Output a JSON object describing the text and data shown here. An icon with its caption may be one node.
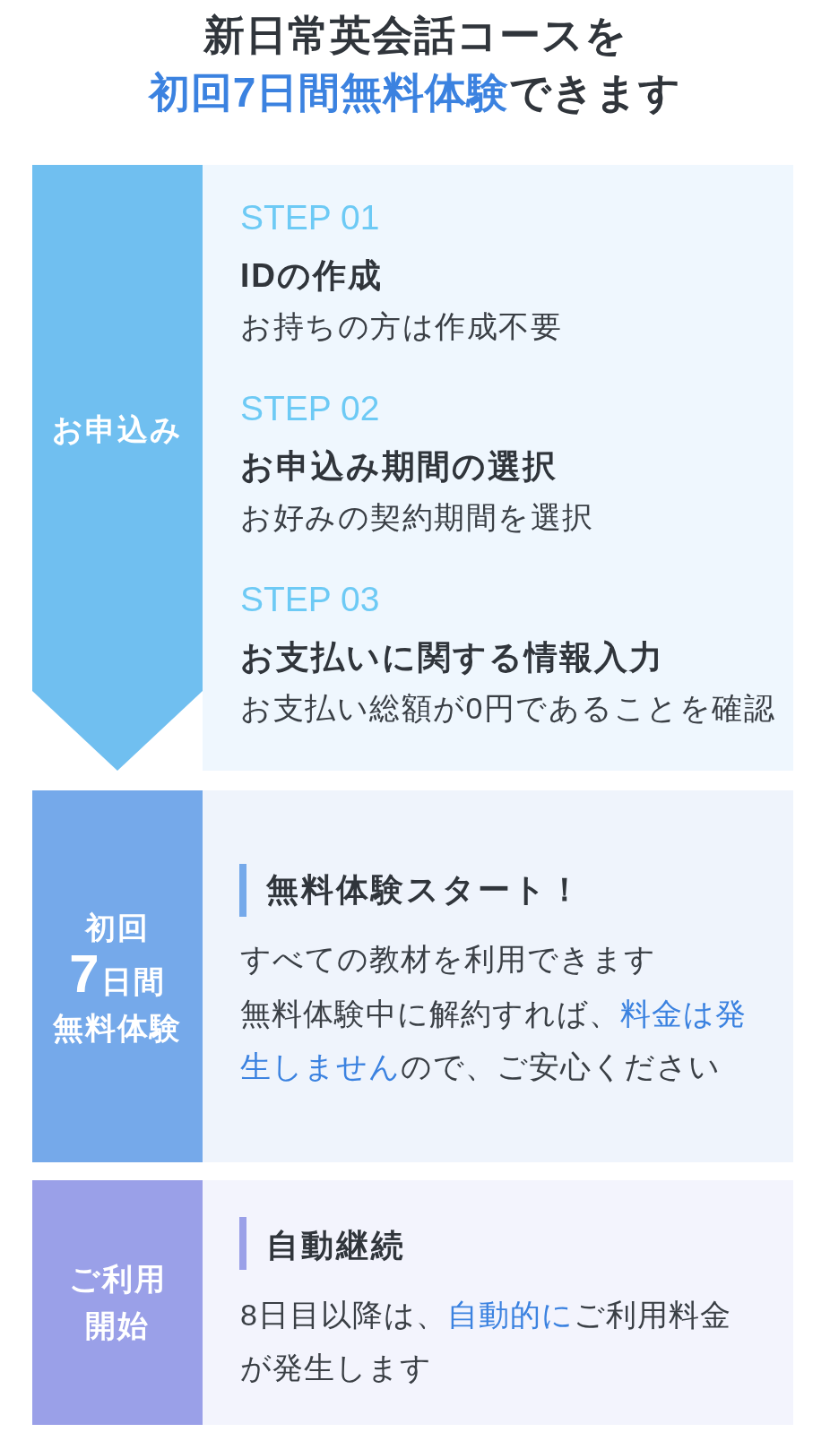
{
  "diagram": {
    "title": "新日常英会話コースを**初回7日間無料体験**できます",
    "nodes": [
      {
        "text": [
          "お申込み"
        ]
      },
      {
        "text": [
          "STEP 01",
          "IDの作成",
          "お持ちの方は作成不要",
          "STEP 02",
          "お申込み期間の選択",
          "お好みの契約期間を選択",
          "STEP 03",
          "お支払いに関する情報入力",
          "お支払い総額が0円であることを確認"
        ]
      },
      {
        "text": [
          "初回7日間無料体験"
        ]
      },
      {
        "text": [
          "無料体験スタート！",
          "すべての教材を利用できます",
          "無料体験中に解約すれば、**料金は発生しません**ので、ご安心ください"
        ]
      },
      {
        "text": [
          "ご利用開始"
        ]
      },
      {
        "text": [
          "自動継続",
          "8日目以降は、**自動的に**ご利用料金が発生します"
        ]
      }
    ]
  }
}
